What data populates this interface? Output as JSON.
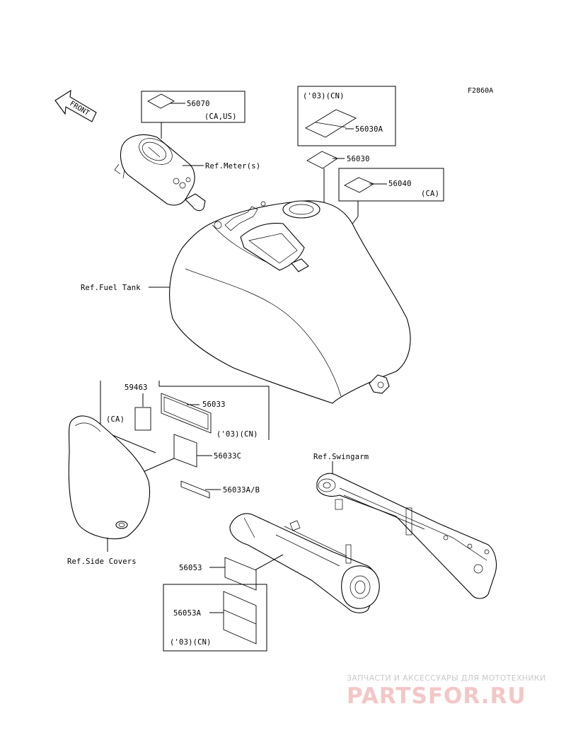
{
  "figure_code": "F2860A",
  "front_arrow_label": "FRONT",
  "parts": {
    "p56070": {
      "number": "56070",
      "note": "(CA,US)"
    },
    "p56030A": {
      "number": "56030A",
      "note": "('03)(CN)"
    },
    "p56030": {
      "number": "56030"
    },
    "p56040": {
      "number": "56040",
      "note": "(CA)"
    },
    "p59463": {
      "number": "59463",
      "note": "(CA)"
    },
    "p56033": {
      "number": "56033",
      "note": "('03)(CN)"
    },
    "p56033C": {
      "number": "56033C"
    },
    "p56033AB": {
      "number": "56033A/B"
    },
    "p56053": {
      "number": "56053"
    },
    "p56053A": {
      "number": "56053A",
      "note": "('03)(CN)"
    }
  },
  "references": {
    "meter": "Ref.Meter(s)",
    "fuel_tank": "Ref.Fuel Tank",
    "swingarm": "Ref.Swingarm",
    "side_covers": "Ref.Side Covers"
  },
  "watermark": {
    "line1": "ЗАПЧАСТИ И АКСЕССУАРЫ ДЛЯ МОТОТЕХНИКИ",
    "line2": "PARTSFOR.RU",
    "color": "#e8a0a0"
  }
}
